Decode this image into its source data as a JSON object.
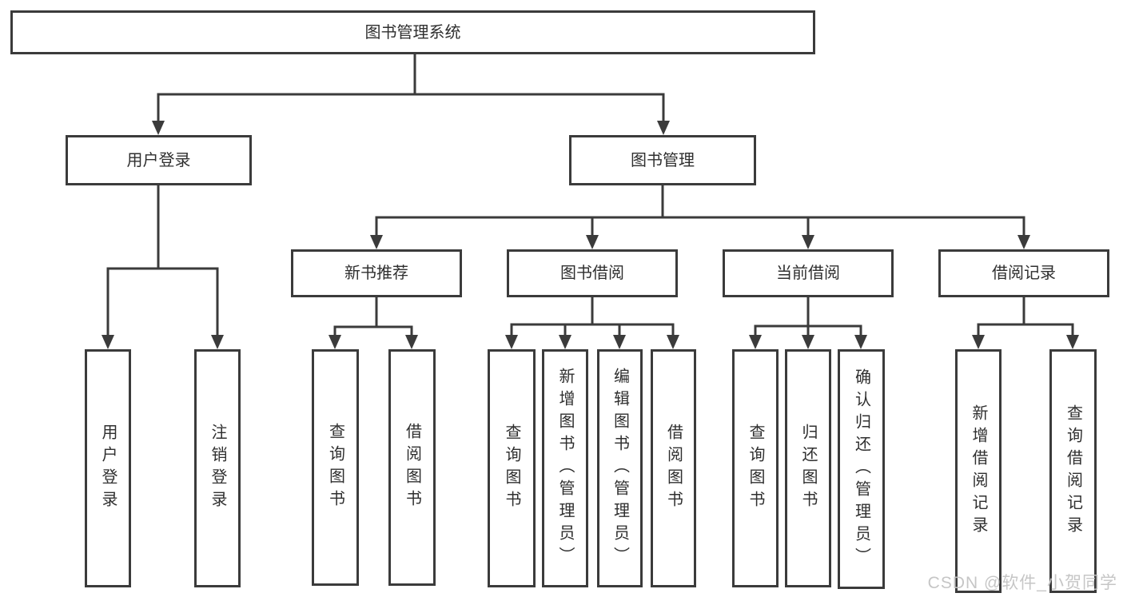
{
  "tree": {
    "root": "图书管理系统",
    "user": {
      "label": "用户登录",
      "children": [
        "用户登录",
        "注销登录"
      ]
    },
    "mgmt": {
      "label": "图书管理",
      "sections": {
        "recommend": {
          "label": "新书推荐",
          "children": [
            "查询图书",
            "借阅图书"
          ]
        },
        "borrow": {
          "label": "图书借阅",
          "children": [
            "查询图书",
            "新增图书（管理员）",
            "编辑图书（管理员）",
            "借阅图书"
          ]
        },
        "current": {
          "label": "当前借阅",
          "children": [
            "查询图书",
            "归还图书",
            "确认归还（管理员）"
          ]
        },
        "records": {
          "label": "借阅记录",
          "children": [
            "新增借阅记录",
            "查询借阅记录"
          ]
        }
      }
    }
  },
  "watermark": {
    "text": "CSDN @软件_小贺同学"
  },
  "colors": {
    "line": "#3b3b3b",
    "text": "#2f2f2f",
    "watermark": "#c3c3c3",
    "background": "#ffffff"
  }
}
